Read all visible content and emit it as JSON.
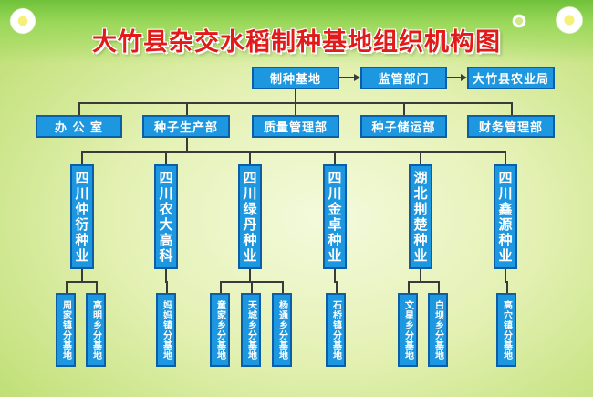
{
  "title": "大竹县杂交水稻制种基地组织机构图",
  "top_row": [
    "制种基地",
    "监管部门",
    "大竹县农业局"
  ],
  "departments": [
    "办 公 室",
    "种子生产部",
    "质量管理部",
    "种子储运部",
    "财务管理部"
  ],
  "companies": [
    "四川仲衍种业",
    "四川农大高科",
    "四川绿丹种业",
    "四川金卓种业",
    "湖北荆楚种业",
    "四川鑫源种业"
  ],
  "bases": [
    [
      "周家镇分基地",
      "高明乡分基地"
    ],
    [
      "妈妈镇分基地"
    ],
    [
      "童家乡分基地",
      "天城乡分基地",
      "杨通乡分基地"
    ],
    [
      "石桥镇分基地"
    ],
    [
      "文星乡分基地",
      "白坝乡分基地"
    ],
    [
      "高穴镇分基地"
    ]
  ],
  "colors": {
    "box": "#1c97e0",
    "border": "#0b5fa8",
    "title": "#e21a1a",
    "background": "#e4f1b4"
  }
}
